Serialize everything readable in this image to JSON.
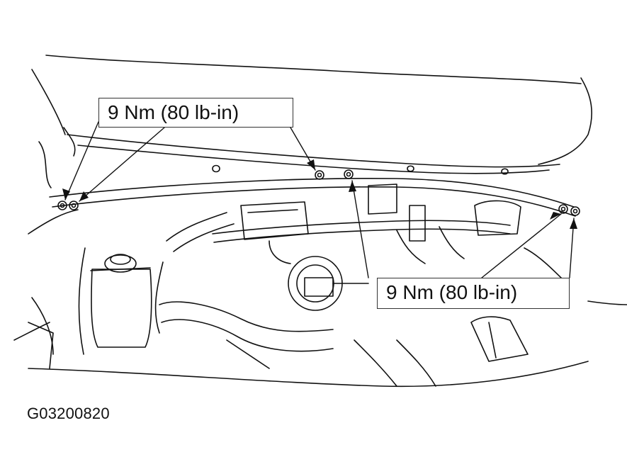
{
  "callouts": {
    "top": "9 Nm (80 lb-in)",
    "right": "9 Nm (80 lb-in)"
  },
  "figure_id": "G03200820",
  "colors": {
    "ink": "#111111",
    "paper": "#ffffff"
  }
}
